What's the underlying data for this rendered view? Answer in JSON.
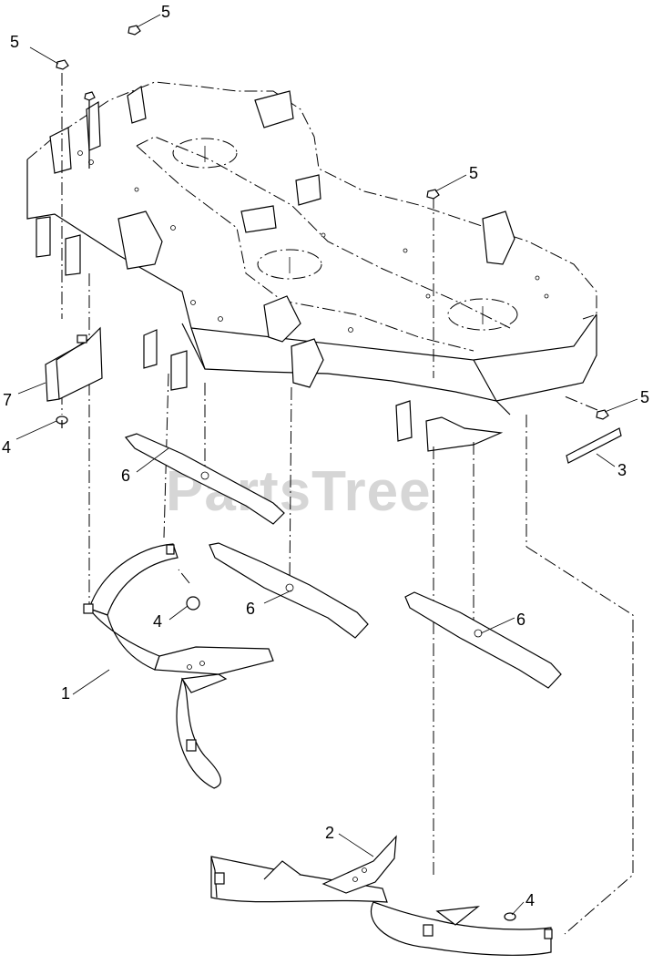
{
  "watermark": {
    "text": "PartsTree"
  },
  "callouts": [
    {
      "id": "c5a",
      "label": "5"
    },
    {
      "id": "c5b",
      "label": "5"
    },
    {
      "id": "c5c",
      "label": "5"
    },
    {
      "id": "c5d",
      "label": "5"
    },
    {
      "id": "c7",
      "label": "7"
    },
    {
      "id": "c4a",
      "label": "4"
    },
    {
      "id": "c6a",
      "label": "6"
    },
    {
      "id": "c3",
      "label": "3"
    },
    {
      "id": "c6b",
      "label": "6"
    },
    {
      "id": "c6c",
      "label": "6"
    },
    {
      "id": "c4b",
      "label": "4"
    },
    {
      "id": "c1",
      "label": "1"
    },
    {
      "id": "c2",
      "label": "2"
    },
    {
      "id": "c4c",
      "label": "4"
    }
  ]
}
